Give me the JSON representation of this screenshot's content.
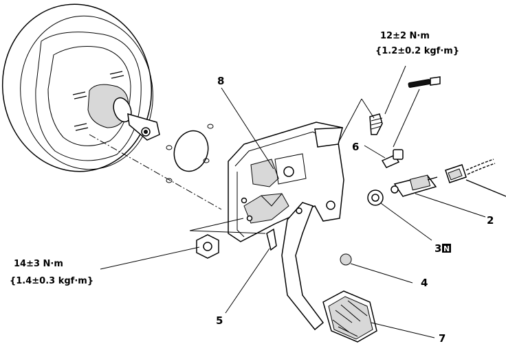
{
  "torque_specs": {
    "upper": {
      "line1": "12±2 N·m",
      "line2": "{1.2±0.2 kgf·m}"
    },
    "lower": {
      "line1": "14±3 N·m",
      "line2": "{1.4±0.3 kgf·m}"
    }
  },
  "callouts": {
    "c2": "2",
    "c3": "3",
    "c3_badge": "N",
    "c4": "4",
    "c5": "5",
    "c6": "6",
    "c7": "7",
    "c8": "8"
  }
}
